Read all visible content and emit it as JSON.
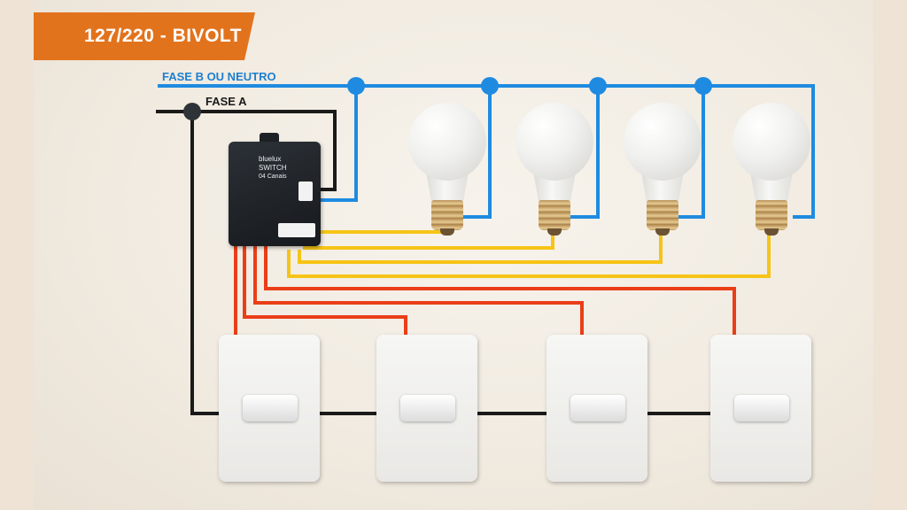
{
  "banner": {
    "title": "127/220 - BIVOLT"
  },
  "wires": {
    "phase_b_label": "FASE B OU NEUTRO",
    "phase_a_label": "FASE A"
  },
  "controller": {
    "brand": "bluelux",
    "model": "SWITCH",
    "channels": "04 Canais"
  },
  "colors": {
    "banner": "#e2731d",
    "neutral_wire": "#1f8be0",
    "phase_a_wire": "#1a1a1a",
    "lamp_wire": "#f6c416",
    "switch_wire": "#ea3e18"
  },
  "bulbs": [
    {
      "icon": "led-bulb-icon"
    },
    {
      "icon": "led-bulb-icon"
    },
    {
      "icon": "led-bulb-icon"
    },
    {
      "icon": "led-bulb-icon"
    }
  ],
  "switches": [
    {
      "icon": "wall-switch-icon"
    },
    {
      "icon": "wall-switch-icon"
    },
    {
      "icon": "wall-switch-icon"
    },
    {
      "icon": "wall-switch-icon"
    }
  ]
}
